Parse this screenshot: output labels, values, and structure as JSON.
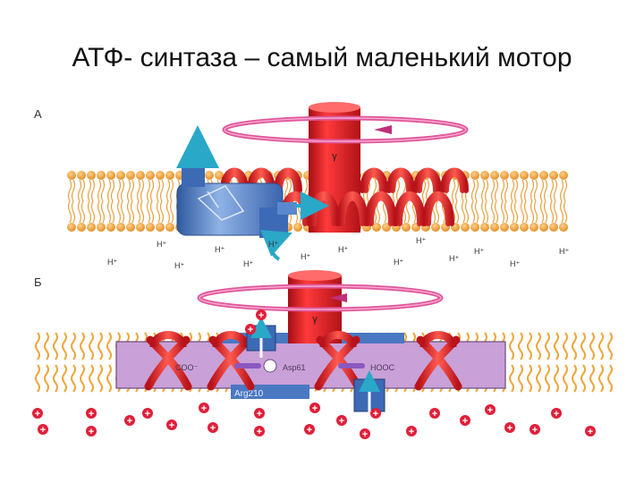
{
  "slide": {
    "title": "АТФ- синтаза – самый маленький мотор"
  },
  "panel_a": {
    "label": "А",
    "gamma_label": "γ",
    "proton_label": "H⁺",
    "proton_count": 14
  },
  "panel_b": {
    "label": "Б",
    "gamma_label": "γ",
    "coo_left": "COO⁻",
    "asp_label": "Asp61",
    "hooc_label": "HOOC",
    "arg_label": "Arg210",
    "plus_label": "+"
  },
  "colors": {
    "stalk_red": "#e8202a",
    "ring_pink": "#e0559a",
    "helix_red": "#e0262c",
    "lipid_orange": "#f0a23a",
    "a_subunit_blue": "#4a78c2",
    "rotor_purple": "#c9a0d8",
    "arrow_teal": "#2aa8c8"
  }
}
